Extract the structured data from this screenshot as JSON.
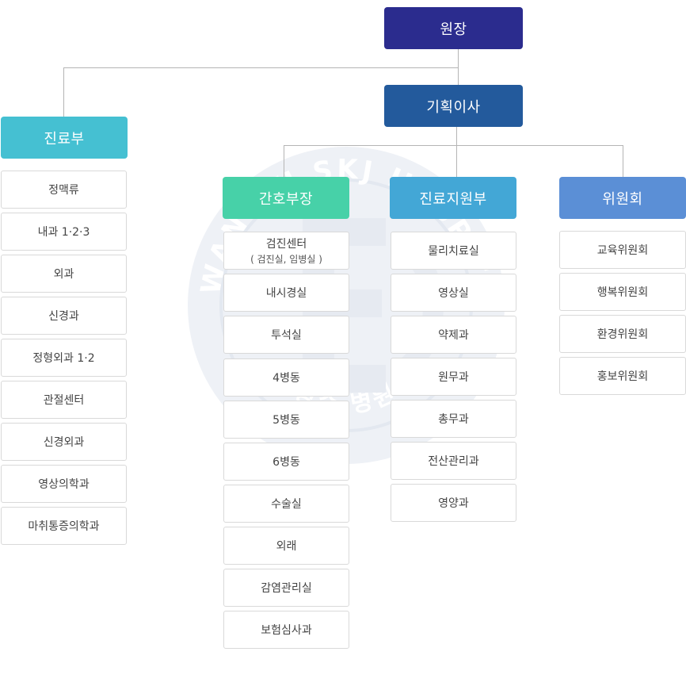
{
  "watermark": {
    "top_text": "GWANGJU SKJ HOSPITAL",
    "bottom_text": "광주 병원"
  },
  "nodes": {
    "director": "원장",
    "planning": "기획이사",
    "medical": {
      "title": "진료부",
      "items": [
        "정맥류",
        "내과 1·2·3",
        "외과",
        "신경과",
        "정형외과 1·2",
        "관절센터",
        "신경외과",
        "영상의학과",
        "마취통증의학과"
      ]
    },
    "nursing": {
      "title": "간호부장",
      "first_item": "검진센터",
      "first_item_sub": "( 검진실, 임병실 )",
      "items": [
        "내시경실",
        "투석실",
        "4병동",
        "5병동",
        "6병동",
        "수술실",
        "외래",
        "감염관리실",
        "보험심사과"
      ]
    },
    "support": {
      "title": "진료지원부",
      "items": [
        "물리치료실",
        "영상실",
        "약제과",
        "원무과",
        "총무과",
        "전산관리과",
        "영양과"
      ]
    },
    "committee": {
      "title": "위원회",
      "items": [
        "교육위원회",
        "행복위원회",
        "환경위원회",
        "홍보위원회"
      ]
    }
  }
}
